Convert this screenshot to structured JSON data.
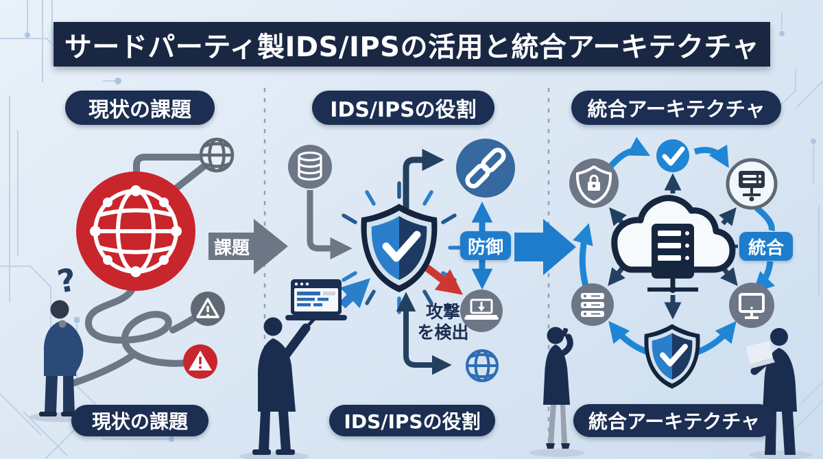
{
  "title": "サードパーティ製IDS/IPSの活用と統合アーキテクチャ",
  "sections": {
    "current_issues": {
      "header": "現状の課題",
      "footer": "現状の課題"
    },
    "ids_ips_role": {
      "header": "IDS/IPSの役割",
      "footer": "IDS/IPSの役割"
    },
    "integrated_architecture": {
      "header": "統合アーキテクチャ",
      "footer": "統合アーキテクチャ"
    }
  },
  "labels": {
    "issue_arrow": "課題",
    "defense_badge": "防御",
    "integration_badge": "統合",
    "attack_detect_line1": "攻撃",
    "attack_detect_line2": "を検出",
    "question_mark": "?"
  },
  "colors": {
    "background_top": "#e9f1f9",
    "background_bottom": "#cddeef",
    "banner_navy": "#1a2742",
    "pill_navy": "#1c2e52",
    "alert_red": "#c9252c",
    "icon_gray": "#6d7685",
    "steel_blue": "#36699e",
    "bright_blue": "#1e7ccd",
    "shield_blue": "#2b7fca",
    "arrow_navy": "#24405f"
  },
  "icon_names": [
    "network-globe-icon",
    "globe-icon",
    "warning-triangle-icon",
    "alert-triangle-icon",
    "database-icon",
    "browser-window-icon",
    "shield-check-icon",
    "chain-link-icon",
    "laptop-download-icon",
    "web-globe-icon",
    "cloud-server-icon",
    "checkmark-circle-icon",
    "shield-lock-icon",
    "server-network-icon",
    "server-stack-icon",
    "monitor-icon",
    "thinking-person-silhouette",
    "pointing-person-silhouette",
    "woman-phone-silhouette",
    "man-laptop-silhouette"
  ]
}
